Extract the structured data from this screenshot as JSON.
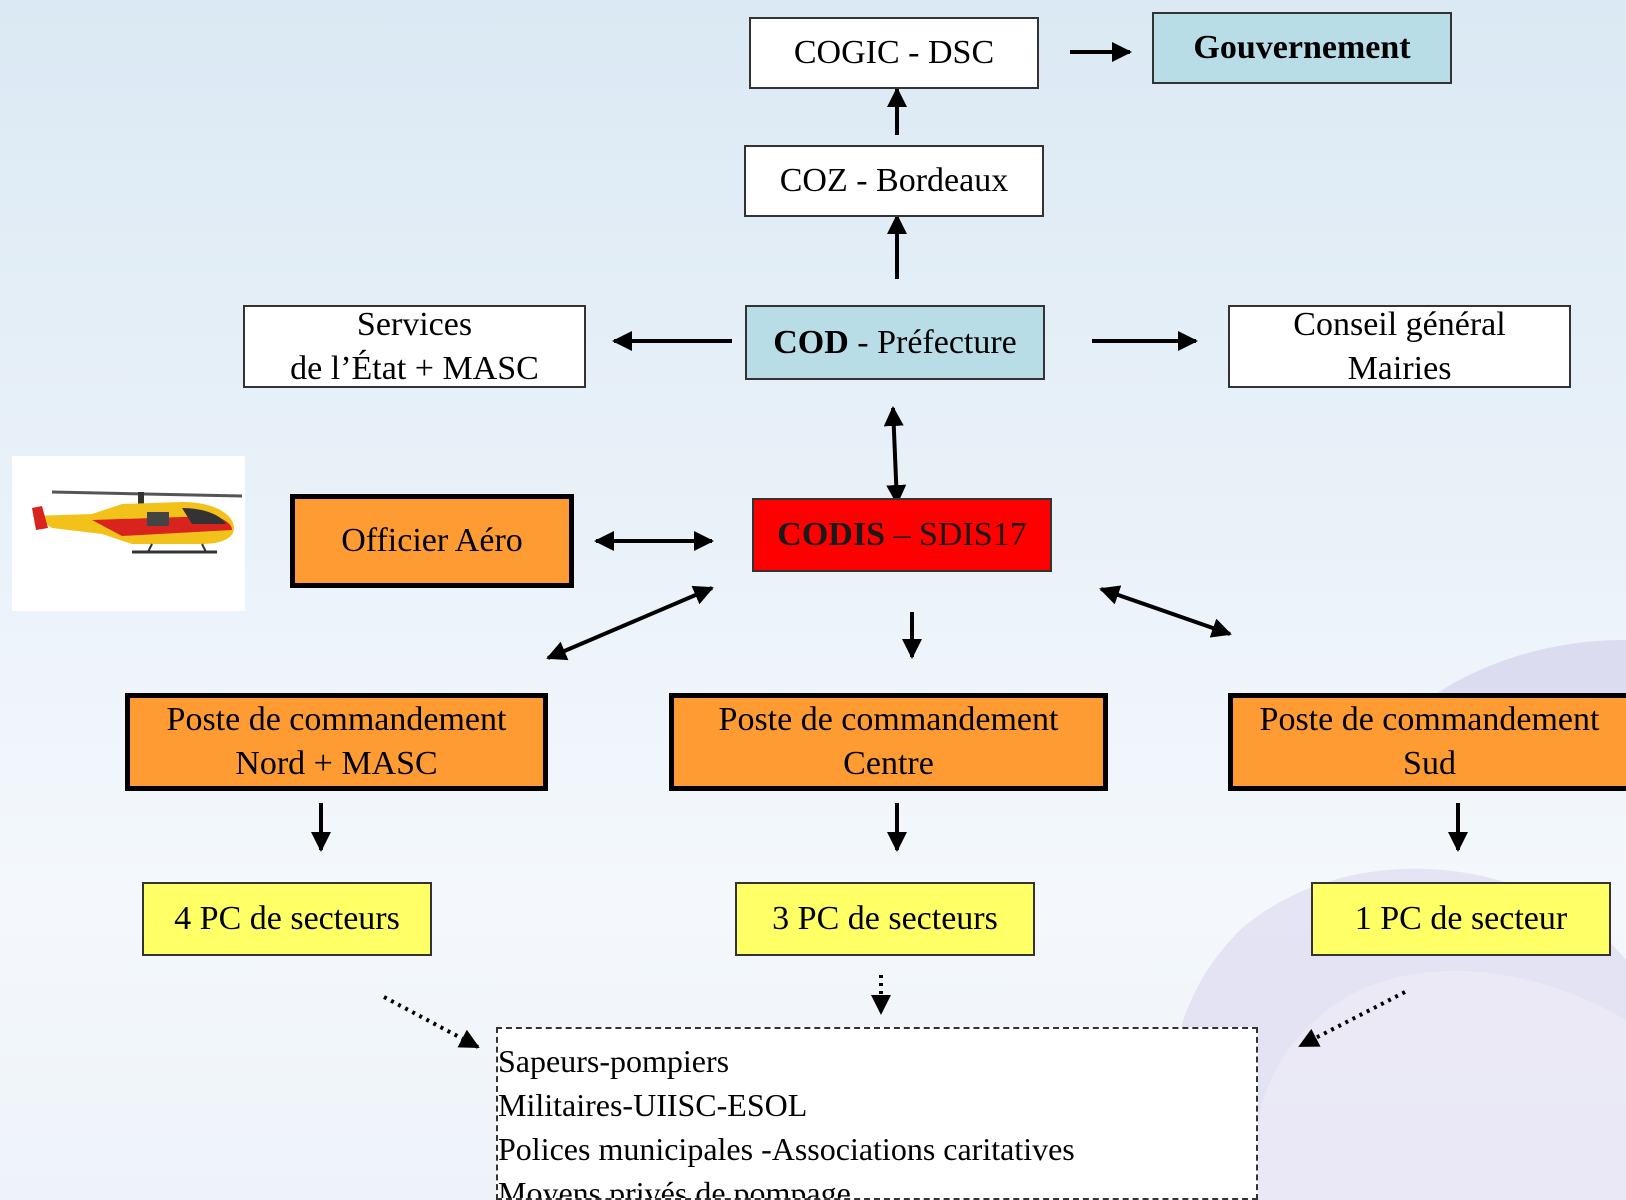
{
  "nodes": {
    "cogic": "COGIC - DSC",
    "gouvernement": "Gouvernement",
    "coz": "COZ - Bordeaux",
    "services": [
      "Services",
      "de l’État + MASC"
    ],
    "cod": {
      "bold": "COD",
      "rest": " - Préfecture"
    },
    "conseil": [
      "Conseil général",
      "Mairies"
    ],
    "officier": "Officier Aéro",
    "codis": {
      "bold": "CODIS",
      "rest": " – SDIS17"
    },
    "pc_nord": [
      "Poste de commandement",
      "Nord + MASC"
    ],
    "pc_centre": [
      "Poste de commandement",
      "Centre"
    ],
    "pc_sud": [
      "Poste de commandement",
      "Sud"
    ],
    "sect_nord": "4 PC de secteurs",
    "sect_centre": "3 PC de secteurs",
    "sect_sud": "1 PC de secteur",
    "resources": [
      "Sapeurs-pompiers",
      "Militaires-UIISC-ESOL",
      "Polices municipales -Associations caritatives",
      "Moyens privés de pompage"
    ]
  },
  "colors": {
    "blue_fill": "#b9dde6",
    "orange_fill": "#ff9b33",
    "red_fill": "#ff0000",
    "yellow_fill": "#ffff66"
  },
  "icons": [
    "helicopter-image"
  ]
}
